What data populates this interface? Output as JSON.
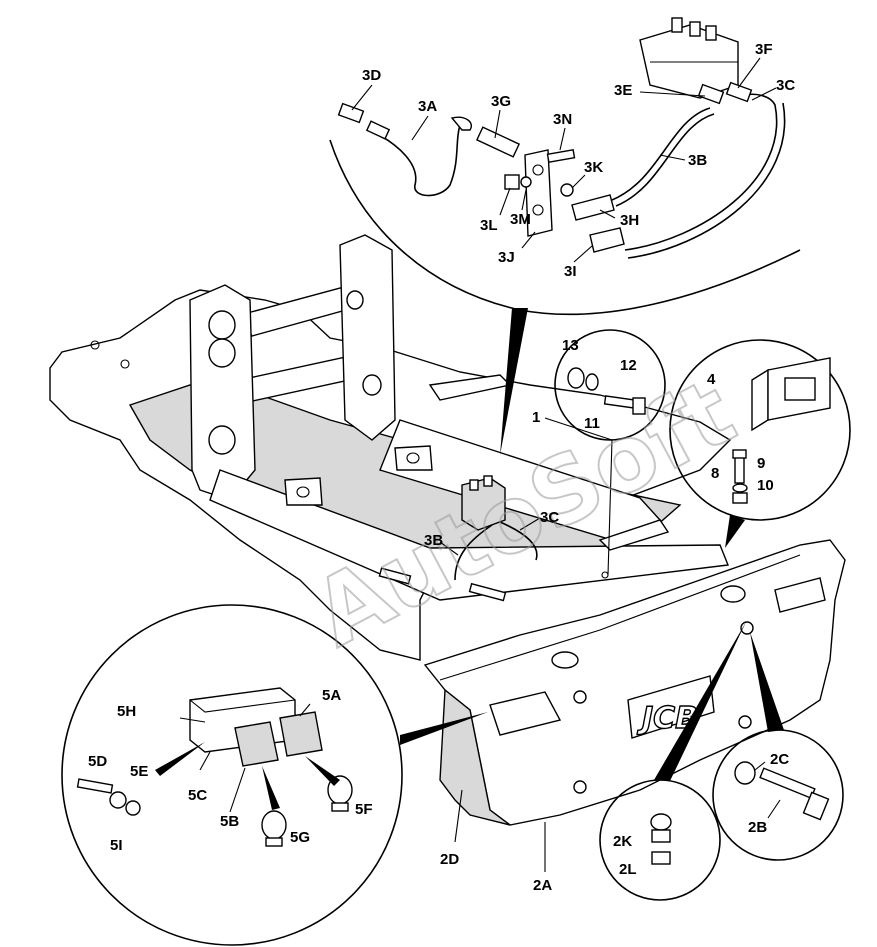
{
  "diagram": {
    "watermark": "AutoSoft",
    "logo": "JCB",
    "callouts": [
      {
        "id": "3D",
        "text": "3D"
      },
      {
        "id": "3A",
        "text": "3A"
      },
      {
        "id": "3G",
        "text": "3G"
      },
      {
        "id": "3N",
        "text": "3N"
      },
      {
        "id": "3F",
        "text": "3F"
      },
      {
        "id": "3E",
        "text": "3E"
      },
      {
        "id": "3C_top",
        "text": "3C"
      },
      {
        "id": "3B_top",
        "text": "3B"
      },
      {
        "id": "3K",
        "text": "3K"
      },
      {
        "id": "3L",
        "text": "3L"
      },
      {
        "id": "3M",
        "text": "3M"
      },
      {
        "id": "3H",
        "text": "3H"
      },
      {
        "id": "3J",
        "text": "3J"
      },
      {
        "id": "3I",
        "text": "3I"
      },
      {
        "id": "13",
        "text": "13"
      },
      {
        "id": "12",
        "text": "12"
      },
      {
        "id": "11",
        "text": "11"
      },
      {
        "id": "1",
        "text": "1"
      },
      {
        "id": "4",
        "text": "4"
      },
      {
        "id": "9",
        "text": "9"
      },
      {
        "id": "8",
        "text": "8"
      },
      {
        "id": "10",
        "text": "10"
      },
      {
        "id": "3B_mid",
        "text": "3B"
      },
      {
        "id": "3C_mid",
        "text": "3C"
      },
      {
        "id": "5H",
        "text": "5H"
      },
      {
        "id": "5A",
        "text": "5A"
      },
      {
        "id": "5D",
        "text": "5D"
      },
      {
        "id": "5E",
        "text": "5E"
      },
      {
        "id": "5C",
        "text": "5C"
      },
      {
        "id": "5B",
        "text": "5B"
      },
      {
        "id": "5F",
        "text": "5F"
      },
      {
        "id": "5G",
        "text": "5G"
      },
      {
        "id": "5I",
        "text": "5I"
      },
      {
        "id": "2D",
        "text": "2D"
      },
      {
        "id": "2A",
        "text": "2A"
      },
      {
        "id": "2C",
        "text": "2C"
      },
      {
        "id": "2B",
        "text": "2B"
      },
      {
        "id": "2K",
        "text": "2K"
      },
      {
        "id": "2L",
        "text": "2L"
      }
    ]
  }
}
